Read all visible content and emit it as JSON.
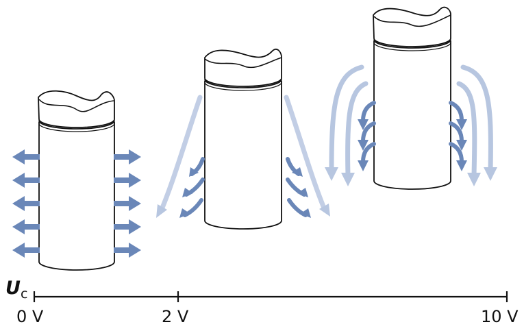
{
  "axis": {
    "symbol": "U",
    "subscript": "c",
    "ticks": [
      "0 V",
      "2 V",
      "10 V"
    ]
  },
  "colors": {
    "arrow": "#6a87b8",
    "arrow_light": "#b7c6e0",
    "line": "#111111",
    "fill": "#ffffff"
  },
  "icons": [
    "electrode-cylinder-icon",
    "field-arrow-icon"
  ]
}
